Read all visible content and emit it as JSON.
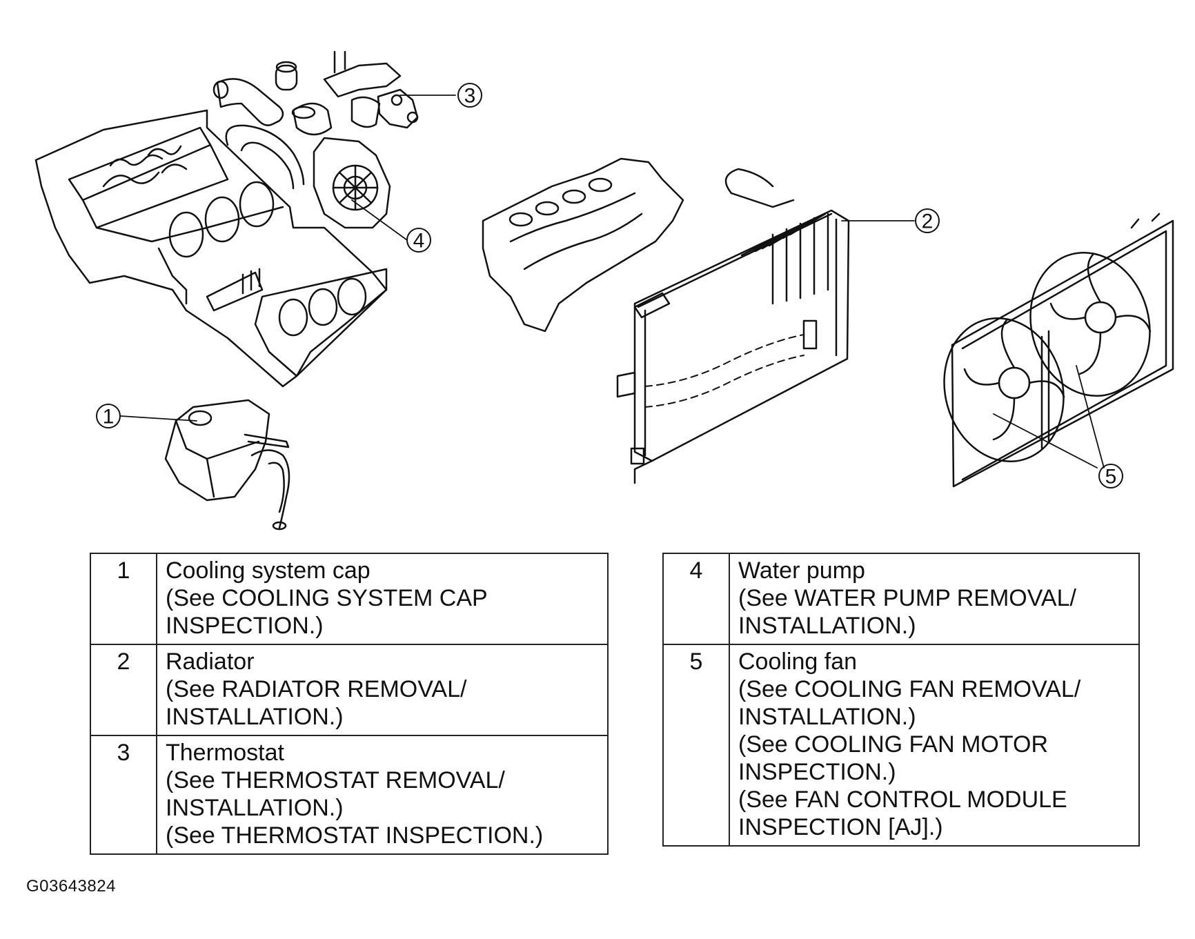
{
  "callouts": [
    "1",
    "2",
    "3",
    "4",
    "5"
  ],
  "legend_left": [
    {
      "num": "1",
      "lines": [
        "Cooling system cap",
        "(See COOLING SYSTEM CAP",
        "INSPECTION.)"
      ]
    },
    {
      "num": "2",
      "lines": [
        "Radiator",
        "(See RADIATOR REMOVAL/",
        "INSTALLATION.)"
      ]
    },
    {
      "num": "3",
      "lines": [
        "Thermostat",
        "(See THERMOSTAT REMOVAL/",
        "INSTALLATION.)",
        "(See THERMOSTAT INSPECTION.)"
      ]
    }
  ],
  "legend_right": [
    {
      "num": "4",
      "lines": [
        "Water pump",
        "(See WATER PUMP REMOVAL/",
        "INSTALLATION.)"
      ]
    },
    {
      "num": "5",
      "lines": [
        "Cooling fan",
        "(See COOLING FAN REMOVAL/",
        "INSTALLATION.)",
        "(See COOLING FAN MOTOR",
        "INSPECTION.)",
        "(See FAN CONTROL MODULE",
        "INSPECTION [AJ].)"
      ]
    }
  ],
  "figure_id": "G03643824"
}
